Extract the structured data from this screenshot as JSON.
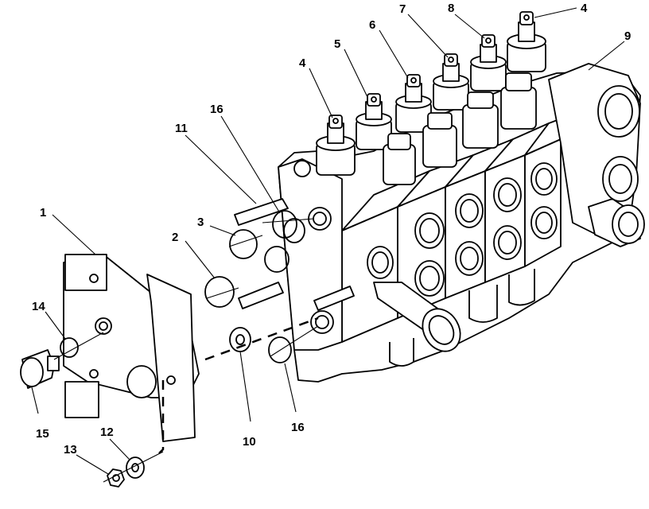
{
  "callouts": [
    {
      "id": "c1",
      "text": "1"
    },
    {
      "id": "c2",
      "text": "2"
    },
    {
      "id": "c3",
      "text": "3"
    },
    {
      "id": "c4a",
      "text": "4"
    },
    {
      "id": "c4b",
      "text": "4"
    },
    {
      "id": "c5",
      "text": "5"
    },
    {
      "id": "c6",
      "text": "6"
    },
    {
      "id": "c7",
      "text": "7"
    },
    {
      "id": "c8",
      "text": "8"
    },
    {
      "id": "c9",
      "text": "9"
    },
    {
      "id": "c10",
      "text": "10"
    },
    {
      "id": "c11",
      "text": "11"
    },
    {
      "id": "c12",
      "text": "12"
    },
    {
      "id": "c13",
      "text": "13"
    },
    {
      "id": "c14",
      "text": "14"
    },
    {
      "id": "c15",
      "text": "15"
    },
    {
      "id": "c16a",
      "text": "16"
    },
    {
      "id": "c16b",
      "text": "16"
    }
  ]
}
